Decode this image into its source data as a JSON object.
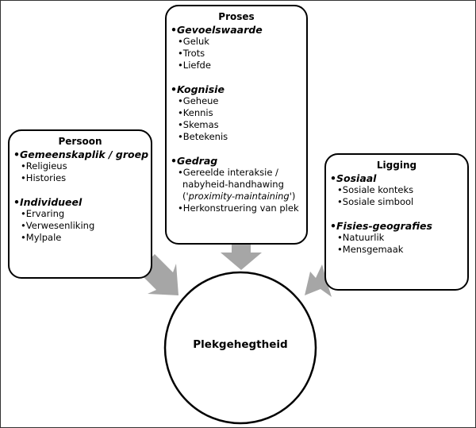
{
  "diagram": {
    "center": {
      "label": "Plekgehegtheid"
    },
    "arrow_color": "#a6a6a6",
    "boxes": {
      "proses": {
        "title": "Proses",
        "categories": [
          {
            "label": "Gevoelswaarde",
            "items": [
              "Geluk",
              "Trots",
              "Liefde"
            ]
          },
          {
            "label": "Kognisie",
            "items": [
              "Geheue",
              "Kennis",
              "Skemas",
              "Betekenis"
            ]
          },
          {
            "label": "Gedrag",
            "items": [
              {
                "text_before": "Gereelde interaksie / nabyheid-handhawing ('",
                "text_italic": "proximity-maintaining",
                "text_after": "')"
              },
              "Herkonstruering van plek"
            ]
          }
        ]
      },
      "persoon": {
        "title": "Persoon",
        "categories": [
          {
            "label": "Gemeenskaplik / groep",
            "items": [
              "Religieus",
              "Histories"
            ]
          },
          {
            "label": "Individueel",
            "items": [
              "Ervaring",
              "Verwesenliking",
              "Mylpale"
            ]
          }
        ]
      },
      "ligging": {
        "title": "Ligging",
        "categories": [
          {
            "label": "Sosiaal",
            "items": [
              "Sosiale konteks",
              "Sosiale simbool"
            ]
          },
          {
            "label": "Fisies-geografies",
            "items": [
              "Natuurlik",
              "Mensgemaak"
            ]
          }
        ]
      }
    }
  }
}
